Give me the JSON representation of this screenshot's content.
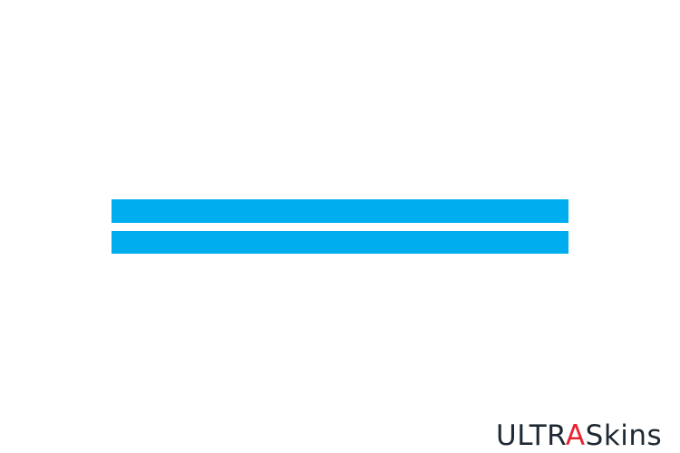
{
  "flag": {
    "stripe_color": "#00aeef",
    "background_color": "#ffffff",
    "stripes": [
      {
        "name": "top-stripe"
      },
      {
        "name": "bottom-stripe"
      }
    ]
  },
  "watermark": {
    "prefix": "ULTR",
    "highlight": "A",
    "suffix": "Skins",
    "text_color": "#1f2933",
    "highlight_color": "#e8232f"
  }
}
